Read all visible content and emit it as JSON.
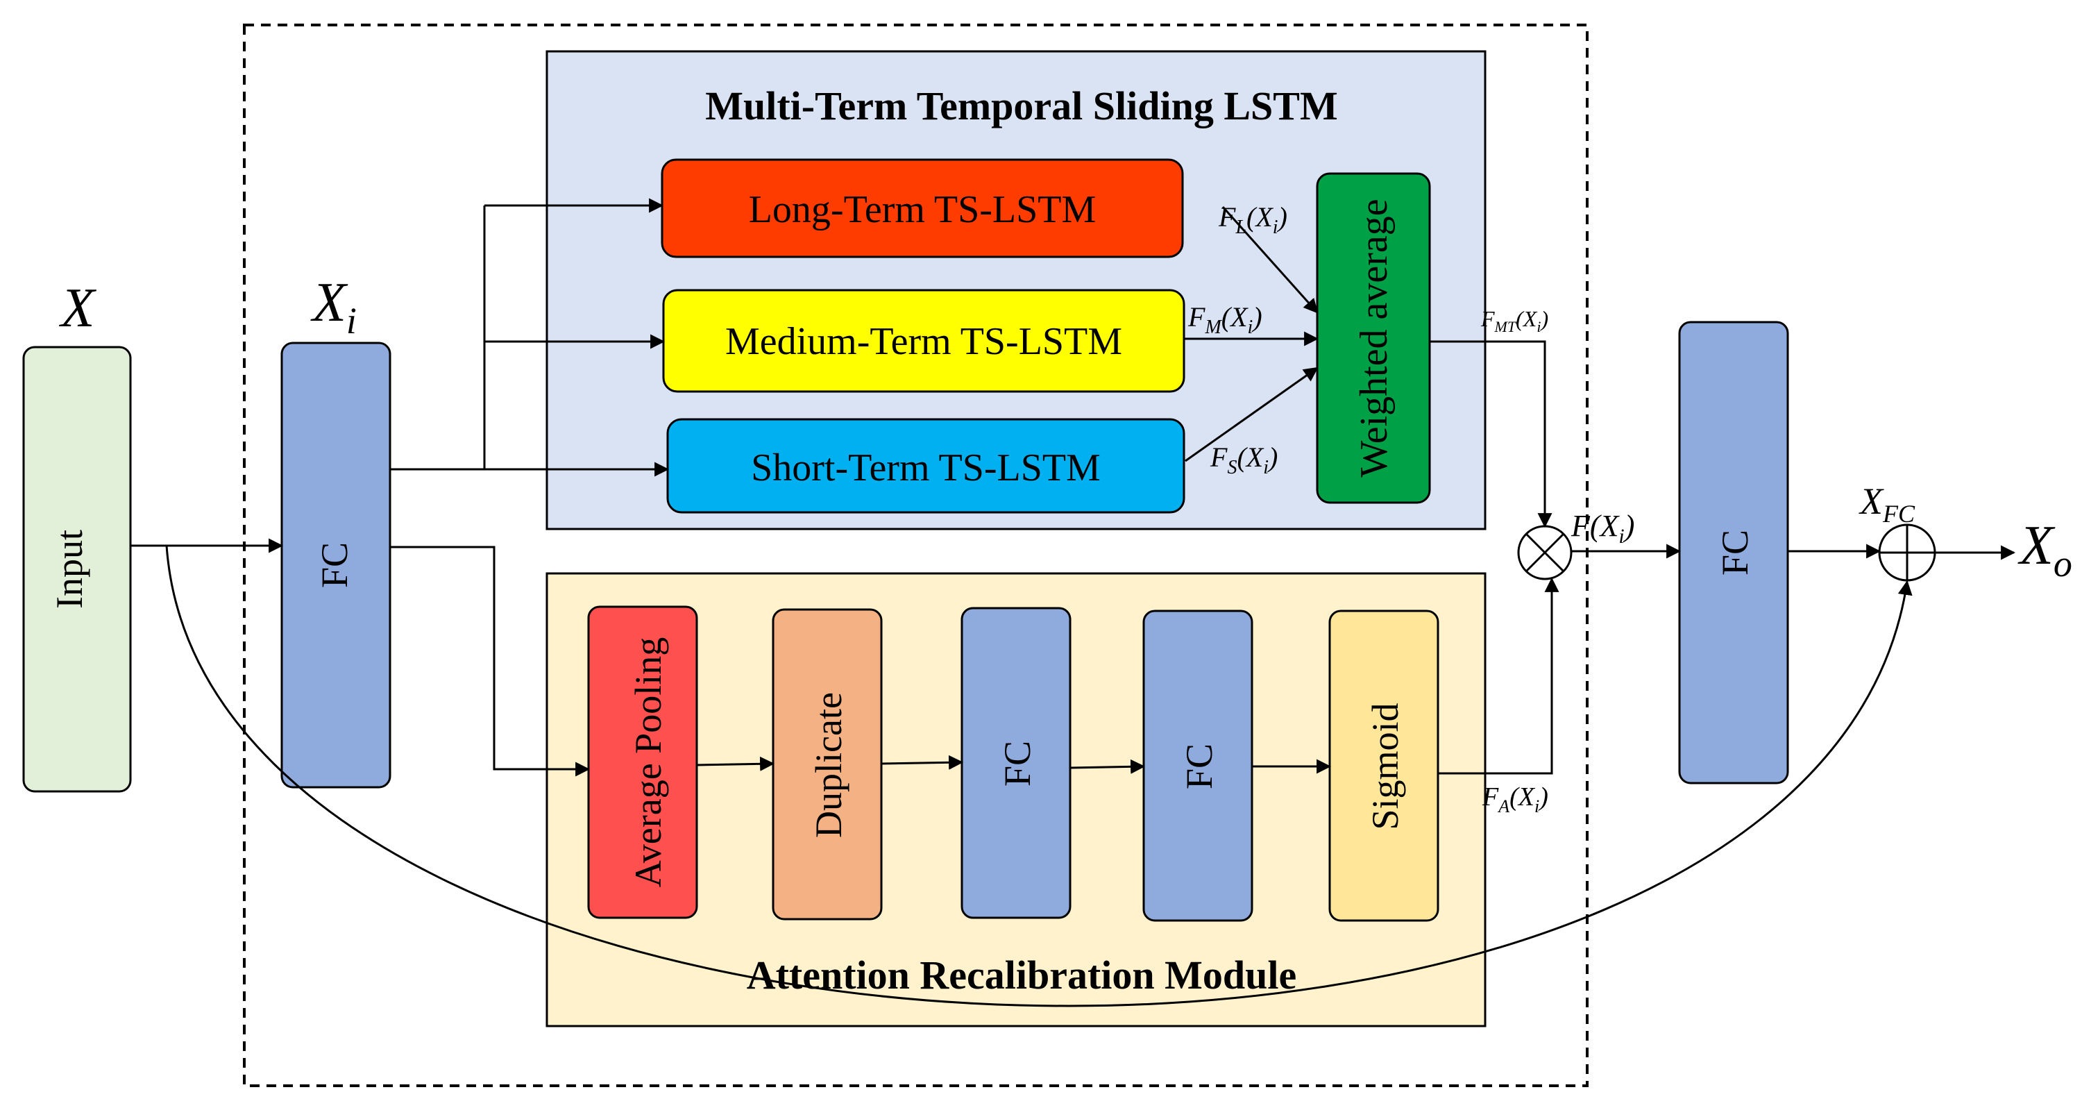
{
  "labels": {
    "x_top": "X",
    "xi_top": "X",
    "xi_sub": "i",
    "input": "Input",
    "fc_left": "FC",
    "fc_right": "FC",
    "mt_title": "Multi-Term Temporal Sliding LSTM",
    "long": "Long-Term TS-LSTM",
    "medium": "Medium-Term TS-LSTM",
    "short": "Short-Term TS-LSTM",
    "weighted": "Weighted average",
    "att_title": "Attention Recalibration Module",
    "avgpool": "Average Pooling",
    "duplicate": "Duplicate",
    "fc_a": "FC",
    "fc_b": "FC",
    "sigmoid": "Sigmoid",
    "xo_main": "X",
    "xo_sub": "o",
    "xfc_main": "X",
    "xfc_sub": "FC"
  },
  "formulas": {
    "fl": {
      "f": "F",
      "sub": "L",
      "arg": "(X",
      "argsub": "i",
      "close": ")"
    },
    "fm": {
      "f": "F",
      "sub": "M",
      "arg": "(X",
      "argsub": "i",
      "close": ")"
    },
    "fs": {
      "f": "F",
      "sub": "S",
      "arg": "(X",
      "argsub": "i",
      "close": ")"
    },
    "fmt": {
      "f": "F",
      "sub": "MT",
      "arg": "(X",
      "argsub": "i",
      "close": ")"
    },
    "fa": {
      "f": "F",
      "sub": "A",
      "arg": "(X",
      "argsub": "i",
      "close": ")"
    },
    "fx": {
      "f": "F",
      "sub": "",
      "arg": "(X",
      "argsub": "i",
      "close": ")"
    }
  },
  "colors": {
    "input_fill": "#e2efd9",
    "fc_fill": "#8faadc",
    "mt_panel": "#dae3f3",
    "att_panel": "#fff2cc",
    "long": "#ff3c00",
    "medium": "#ffff00",
    "short": "#00b0f0",
    "weighted": "#00a046",
    "avgpool": "#ff5050",
    "duplicate": "#f4b183",
    "sigmoid": "#ffe699"
  }
}
